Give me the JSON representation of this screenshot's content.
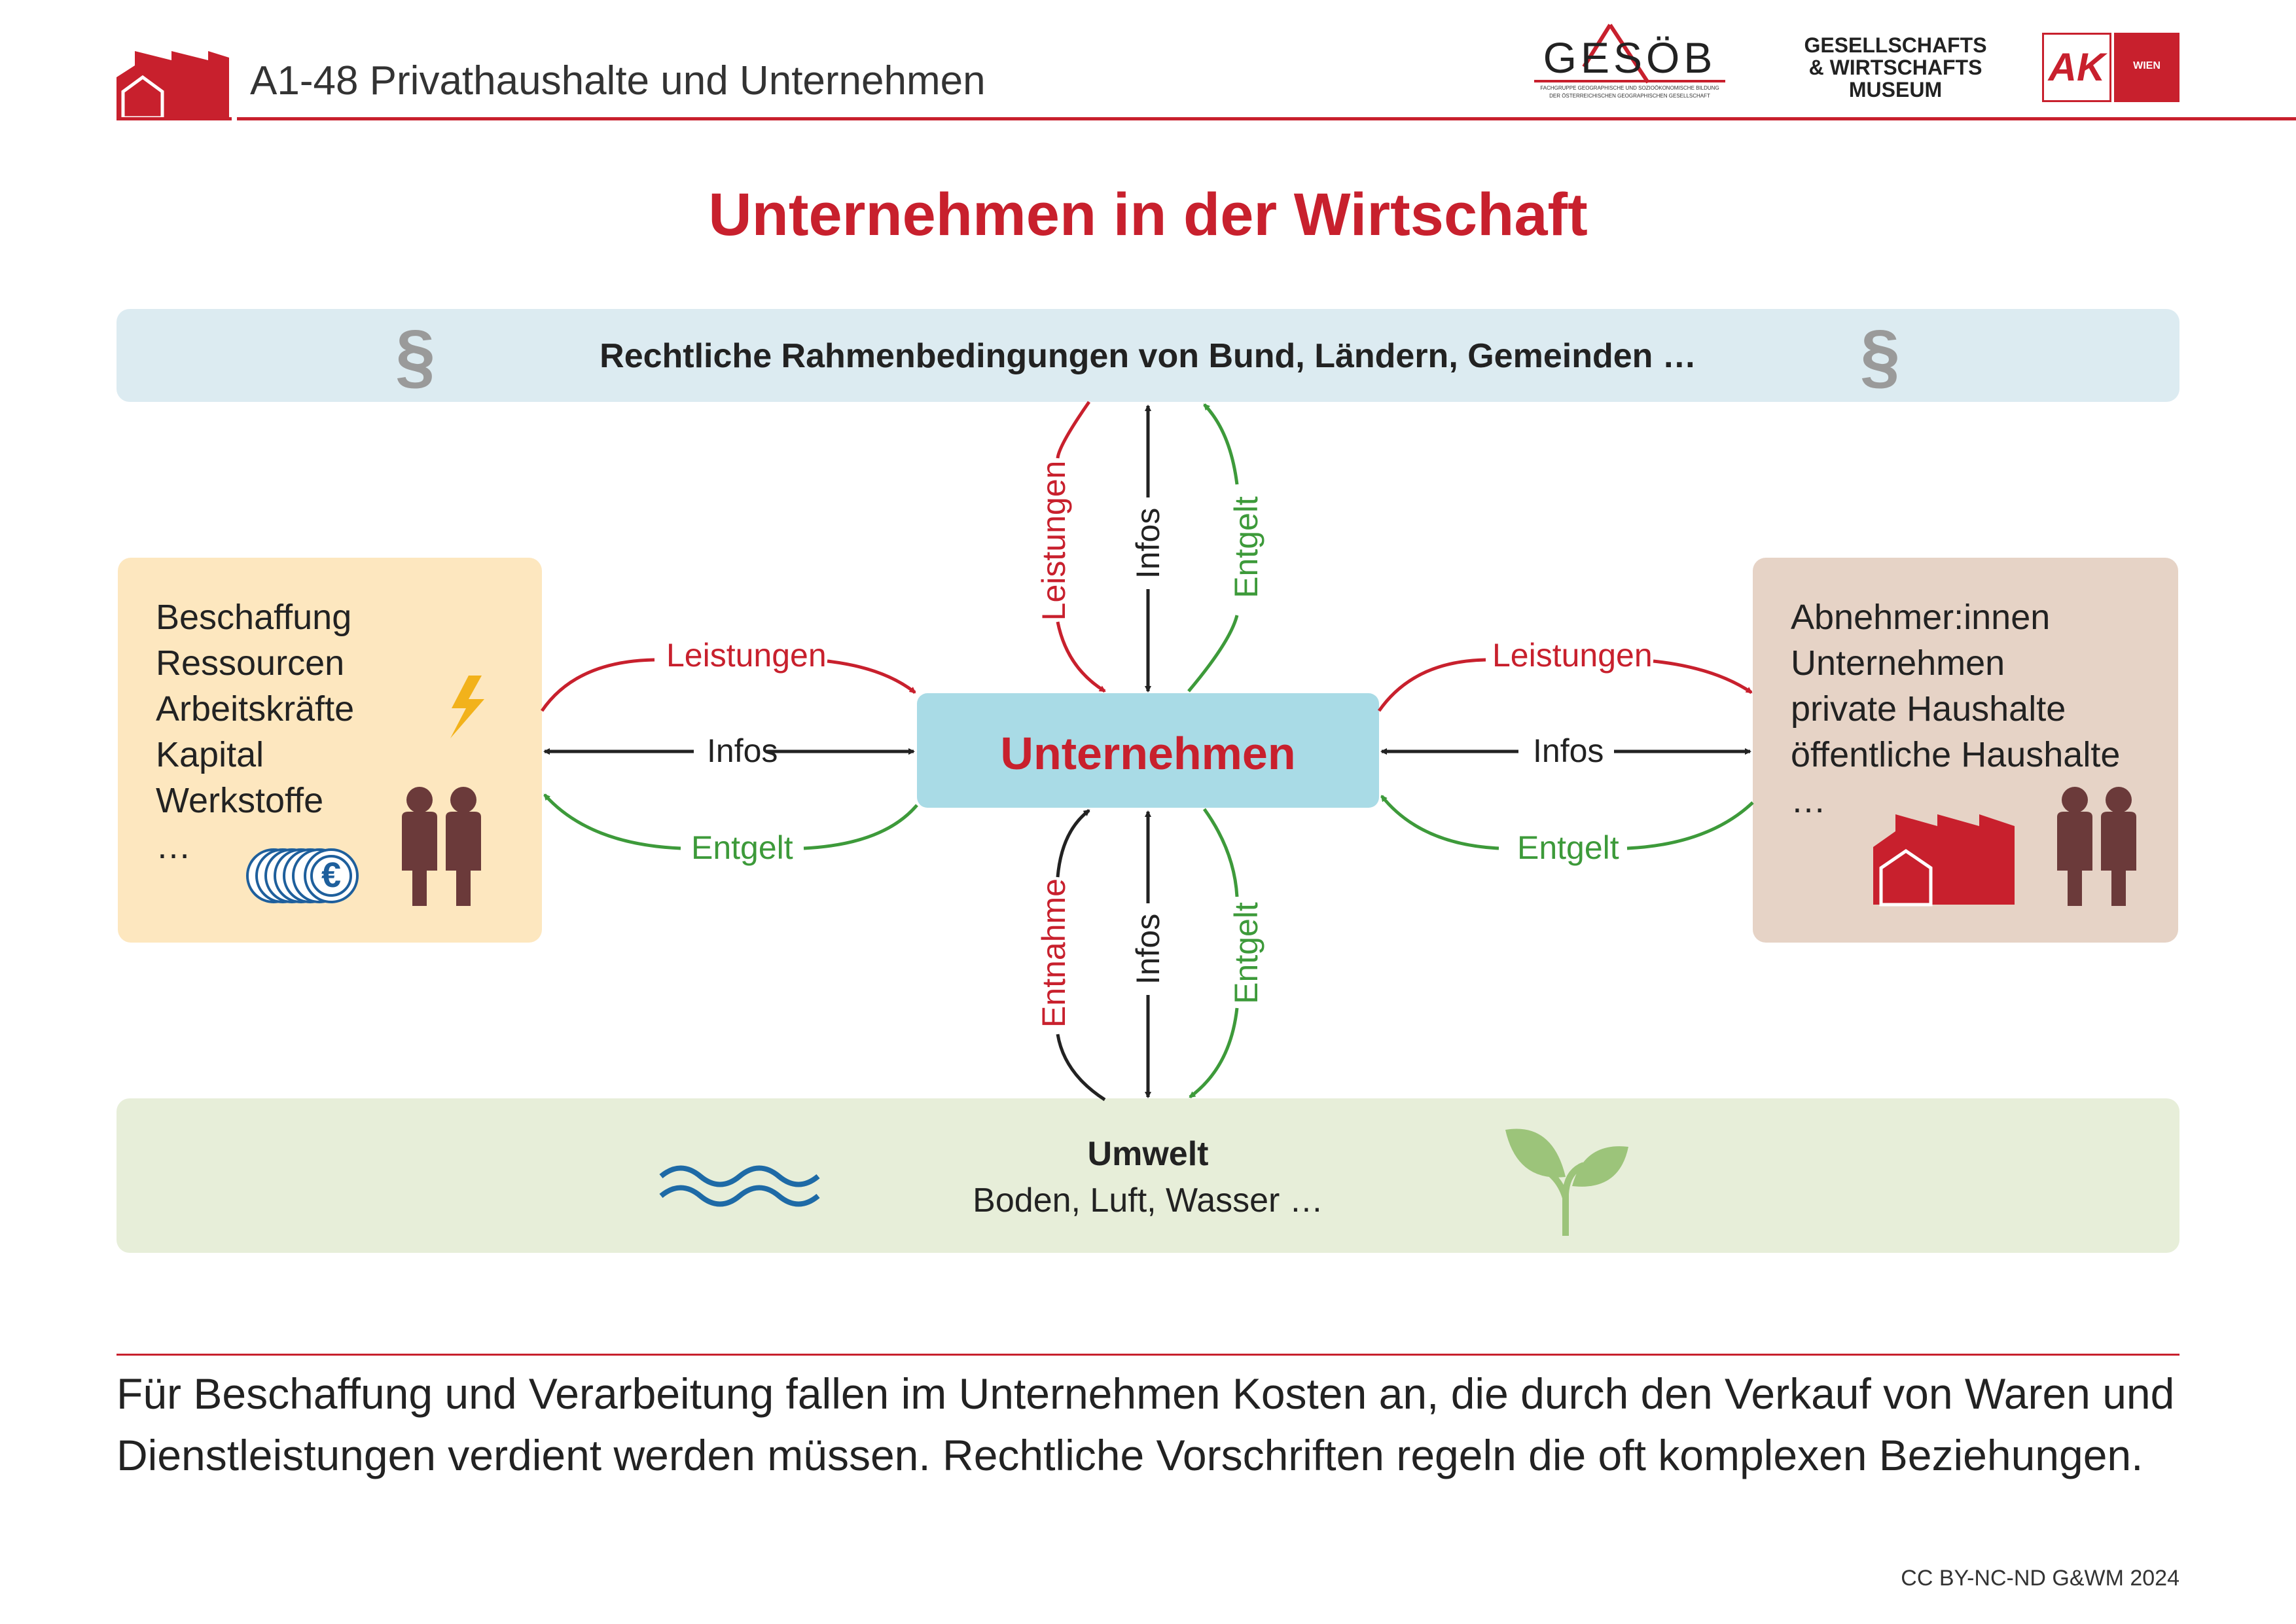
{
  "header": {
    "title": "A1-48 Privathaushalte und Unternehmen",
    "logo_gesoeb": "GESÖB",
    "logo_gesoeb_sub1": "FACHGRUPPE GEOGRAPHISCHE UND SOZIOÖKONOMISCHE BILDUNG",
    "logo_gesoeb_sub2": "DER ÖSTERREICHISCHEN GEOGRAPHISCHEN GESELLSCHAFT",
    "logo_museum_1": "GESELLSCHAFTS",
    "logo_museum_2": "& WIRTSCHAFTS",
    "logo_museum_3": "MUSEUM",
    "logo_ak": "AK",
    "logo_ak_sub": "WIEN"
  },
  "diagram": {
    "title": "Unternehmen in der Wirtschaft",
    "legal": {
      "text": "Rechtliche Rahmenbedingungen von Bund, Ländern, Gemeinden …",
      "symbol": "§"
    },
    "center": "Unternehmen",
    "left_box": [
      "Beschaffung",
      "Ressourcen",
      "Arbeitskräfte",
      "Kapital",
      "Werkstoffe",
      "…"
    ],
    "right_box": [
      "Abnehmer:innen",
      "Unternehmen",
      "private Haushalte",
      "öffentliche Haushalte",
      "…"
    ],
    "environment": {
      "title": "Umwelt",
      "subtitle": "Boden, Luft, Wasser …"
    },
    "flows": {
      "left": {
        "top": "Leistungen",
        "middle": "Infos",
        "bottom": "Entgelt"
      },
      "right": {
        "top": "Leistungen",
        "middle": "Infos",
        "bottom": "Entgelt"
      },
      "up": {
        "left": "Leistungen",
        "middle": "Infos",
        "right": "Entgelt"
      },
      "down": {
        "left": "Entnahme",
        "middle": "Infos",
        "right": "Entgelt"
      }
    },
    "icons": {
      "lightning": "lightning-icon",
      "people": "people-icon",
      "coins": "euro-coins-icon",
      "factory": "factory-icon",
      "waves": "water-waves-icon",
      "sprout": "sprout-icon",
      "euro_symbol": "€"
    },
    "colors": {
      "red": "#c8202d",
      "green": "#3d9a3a",
      "legal_bg": "#dcebf1",
      "left_bg": "#fde7bf",
      "right_bg": "#e6d3c6",
      "center_bg": "#a9dbe6",
      "env_bg": "#e7eed9",
      "people": "#6b3a3a",
      "lightning": "#f2b21b",
      "coins": "#1e5f9c",
      "waves": "#1e6aa6",
      "sprout": "#9cc47a"
    }
  },
  "body_text": "Für Beschaffung und Verarbeitung fallen im Unternehmen Kosten an, die durch den Verkauf von Waren und Dienstleistungen verdient werden müssen. Rechtliche Vorschriften regeln die oft komplexen Beziehungen.",
  "footer": "CC BY-NC-ND G&WM 2024"
}
